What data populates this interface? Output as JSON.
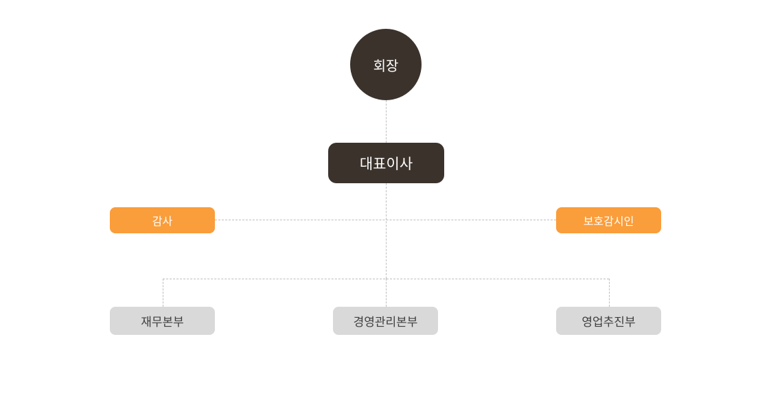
{
  "org_chart": {
    "type": "org-chart",
    "chairman": {
      "label": "회장"
    },
    "ceo": {
      "label": "대표이사"
    },
    "auditor": {
      "label": "감사"
    },
    "protection_supervisor": {
      "label": "보호감시인"
    },
    "divisions": [
      {
        "label": "재무본부"
      },
      {
        "label": "경영관리본부"
      },
      {
        "label": "영업추진부"
      }
    ],
    "hierarchy": {
      "root": "회장",
      "children_of_root": [
        "대표이사"
      ],
      "side_nodes_of_ceo": [
        "감사",
        "보호감시인"
      ],
      "children_of_ceo": [
        "재무본부",
        "경영관리본부",
        "영업추진부"
      ]
    },
    "colors": {
      "executive_bg": "#3b322c",
      "executive_text": "#ffffff",
      "staff_bg": "#fa9d3b",
      "staff_text": "#ffffff",
      "division_bg": "#d9d9d9",
      "division_text": "#3e3e3e",
      "connector": "#bdbdbd",
      "background": "#ffffff"
    },
    "connector_style": "dashed"
  }
}
